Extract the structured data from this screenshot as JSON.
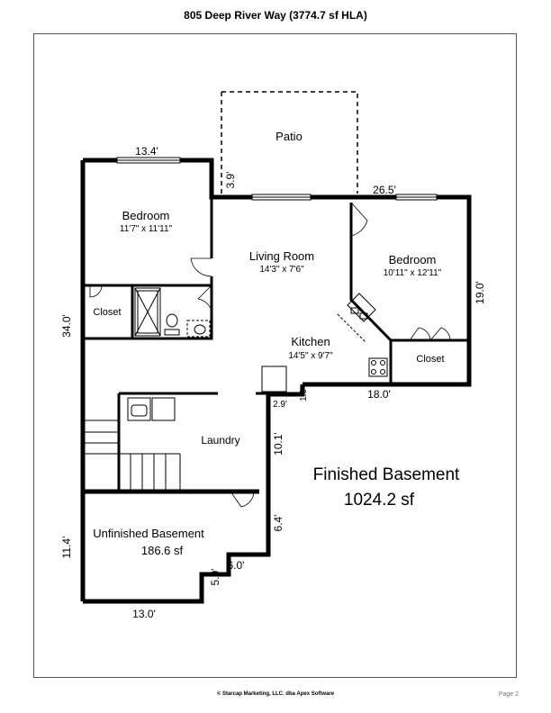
{
  "header": {
    "title": "805 Deep River Way (3774.7 sf HLA)"
  },
  "rooms": {
    "patio": {
      "name": "Patio"
    },
    "bedroom_left": {
      "name": "Bedroom",
      "size": "11'7\" x 11'11\""
    },
    "living_room": {
      "name": "Living Room",
      "size": "14'3\" x 7'6\""
    },
    "bedroom_right": {
      "name": "Bedroom",
      "size": "10'11\" x 12'11\""
    },
    "closet_left": {
      "name": "Closet"
    },
    "closet_right": {
      "name": "Closet"
    },
    "kitchen": {
      "name": "Kitchen",
      "size": "14'5\" x 9'7\""
    },
    "laundry": {
      "name": "Laundry"
    },
    "unfinished": {
      "name": "Unfinished Basement",
      "area": "186.6 sf"
    }
  },
  "summary": {
    "title": "Finished Basement",
    "area": "1024.2 sf"
  },
  "dimensions": {
    "top_left": "13.4'",
    "patio_side": "3.9'",
    "top_right": "26.5'",
    "right_side": "19.0'",
    "left_side": "34.0'",
    "kitchen_bottom": "18.0'",
    "step_vertical": "1.0'",
    "step_horizontal": "2.9'",
    "laundry_side": "10.1'",
    "lower_side": "6.4'",
    "lower_step": "6.0'",
    "bottom_step": "5.0'",
    "unfinished_left": "11.4'",
    "bottom": "13.0'"
  },
  "footer": {
    "copyright": "© Starcap Marketing, LLC. dba Apex Software",
    "page": "Page 2"
  }
}
